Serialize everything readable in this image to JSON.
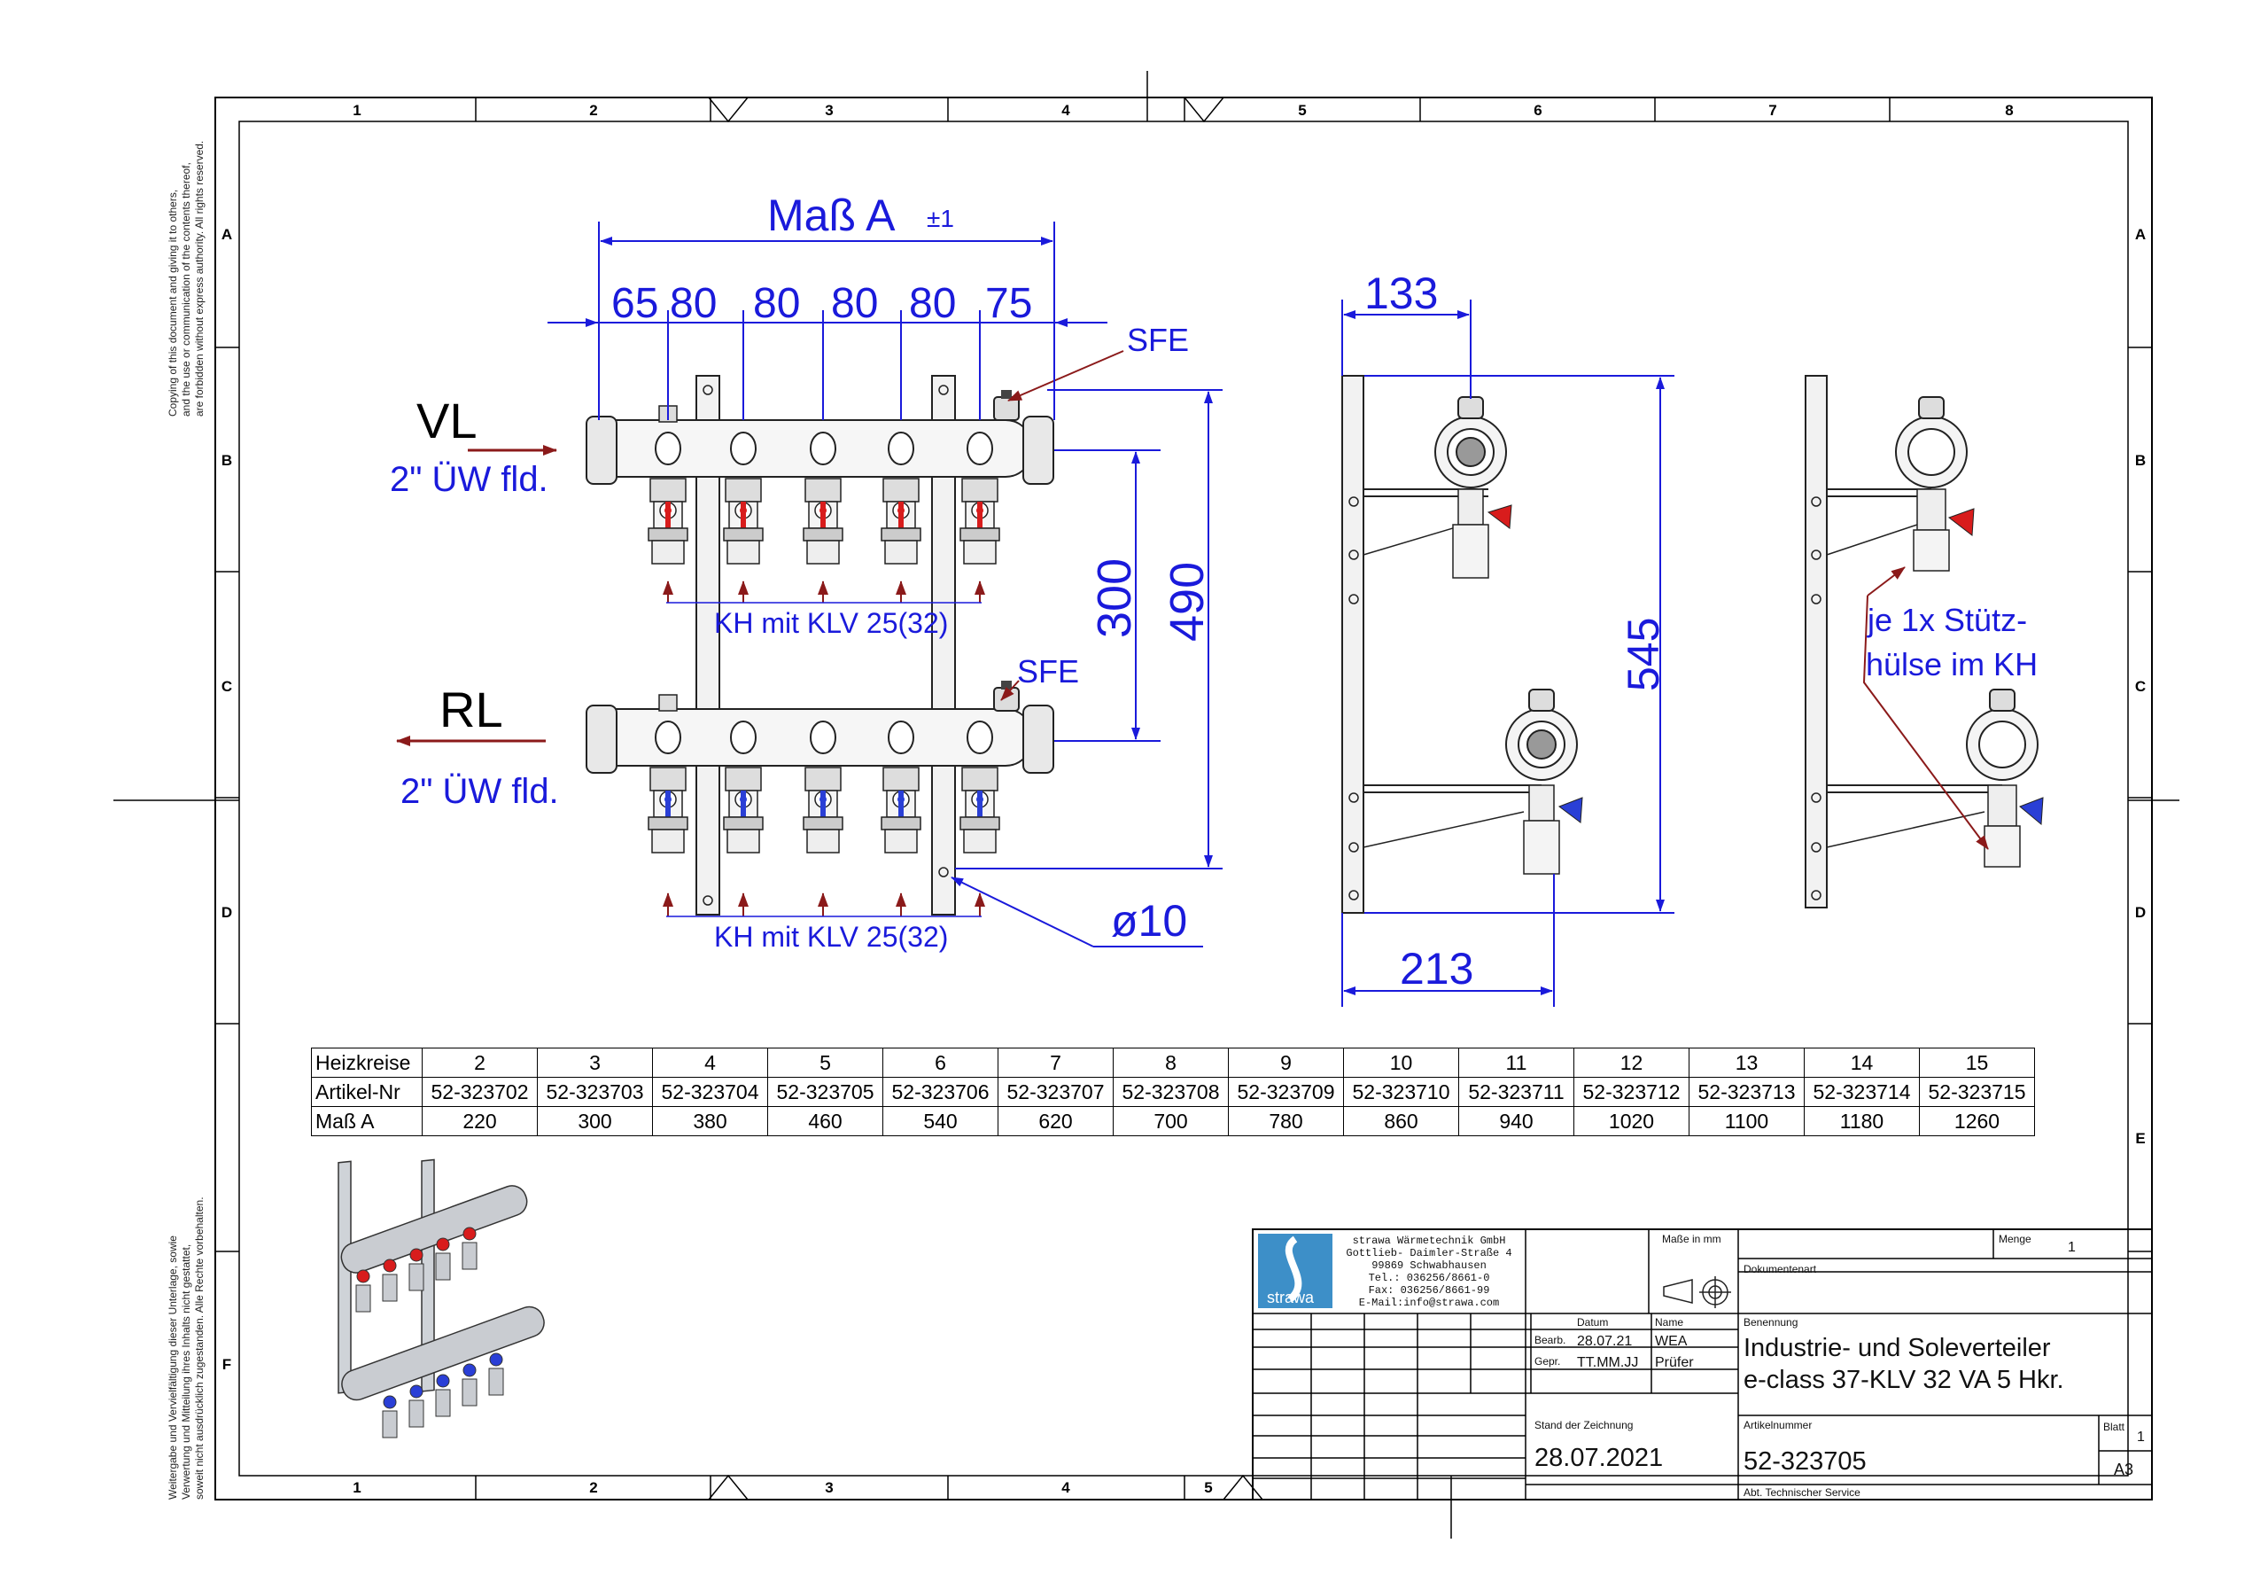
{
  "frame": {
    "columns": [
      "1",
      "2",
      "3",
      "4",
      "5",
      "6",
      "7",
      "8"
    ],
    "rows": [
      "A",
      "B",
      "C",
      "D",
      "E",
      "F"
    ],
    "bottom_columns": [
      "1",
      "2",
      "3",
      "4",
      "5"
    ]
  },
  "copyright_en": [
    "Copying of this document and giving it to others,",
    "and the use or communication of the contents thereof,",
    "are forbidden without express authority. All rights reserved."
  ],
  "copyright_de": [
    "Weitergabe und Vervielfältigung dieser Unterlage, sowie",
    "Verwertung und Mitteilung ihres Inhalts nicht gestattet,",
    "soweit nicht ausdrücklich zugestanden. Alle Rechte vorbehalten."
  ],
  "front_view": {
    "mass_a_label": "Maß  A",
    "mass_a_tol": "±1",
    "spacing_labels": [
      "65",
      "80",
      "80",
      "80",
      "80",
      "75"
    ],
    "vl_label": "VL",
    "vl_sub": "2\" ÜW fld.",
    "rl_label": "RL",
    "rl_sub": "2\" ÜW fld.",
    "sfe_top": "SFE",
    "sfe_mid": "SFE",
    "kh_top": "KH mit KLV 25(32)",
    "kh_bottom": "KH mit KLV 25(32)",
    "dim_300": "300",
    "dim_490": "490",
    "dim_d10": "ø10"
  },
  "side_view": {
    "dim_133": "133",
    "dim_545": "545",
    "dim_213": "213"
  },
  "third_view": {
    "note_line1": "je 1x Stütz-",
    "note_line2": "hülse im KH"
  },
  "variants_table": {
    "row_labels": [
      "Heizkreise",
      "Artikel-Nr",
      "Maß A"
    ],
    "heizkreise": [
      "2",
      "3",
      "4",
      "5",
      "6",
      "7",
      "8",
      "9",
      "10",
      "11",
      "12",
      "13",
      "14",
      "15"
    ],
    "artikel_nr": [
      "52-323702",
      "52-323703",
      "52-323704",
      "52-323705",
      "52-323706",
      "52-323707",
      "52-323708",
      "52-323709",
      "52-323710",
      "52-323711",
      "52-323712",
      "52-323713",
      "52-323714",
      "52-323715"
    ],
    "mass_a": [
      "220",
      "300",
      "380",
      "460",
      "540",
      "620",
      "700",
      "780",
      "860",
      "940",
      "1020",
      "1100",
      "1180",
      "1260"
    ]
  },
  "title_block": {
    "company_lines": [
      "strawa Wärmetechnik GmbH",
      "Gottlieb- Daimler-Straße 4",
      "99869 Schwabhausen",
      "Tel.: 036256/8661-0",
      "Fax: 036256/8661-99",
      "E-Mail:info@strawa.com"
    ],
    "logo_text": "strawa",
    "masse_label": "Maße in mm",
    "menge_label": "Menge",
    "menge_value": "1",
    "dokumentenart_label": "Dokumentenart",
    "datum_label": "Datum",
    "name_label": "Name",
    "bearb_label": "Bearb.",
    "bearb_date": "28.07.21",
    "bearb_name": "WEA",
    "gepr_label": "Gepr.",
    "gepr_date": "TT.MM.JJ",
    "gepr_name": "Prüfer",
    "benennung_label": "Benennung",
    "benennung_line1": "Industrie- und Soleverteiler",
    "benennung_line2": "e-class 37-KLV 32 VA  5 Hkr.",
    "stand_label": "Stand der Zeichnung",
    "stand_value": "28.07.2021",
    "artikelnummer_label": "Artikelnummer",
    "artikelnummer_value": "52-323705",
    "blatt_label": "Blatt",
    "blatt_value": "1",
    "format_value": "A3",
    "abt_label": "Abt. Technischer Service"
  },
  "colors": {
    "dimension_blue": "#1a1adb",
    "arrow_red": "#8b1a1a",
    "valve_red": "#d81c1c",
    "valve_blue": "#2a3fd6",
    "logo_blue": "#3d8fc8"
  }
}
